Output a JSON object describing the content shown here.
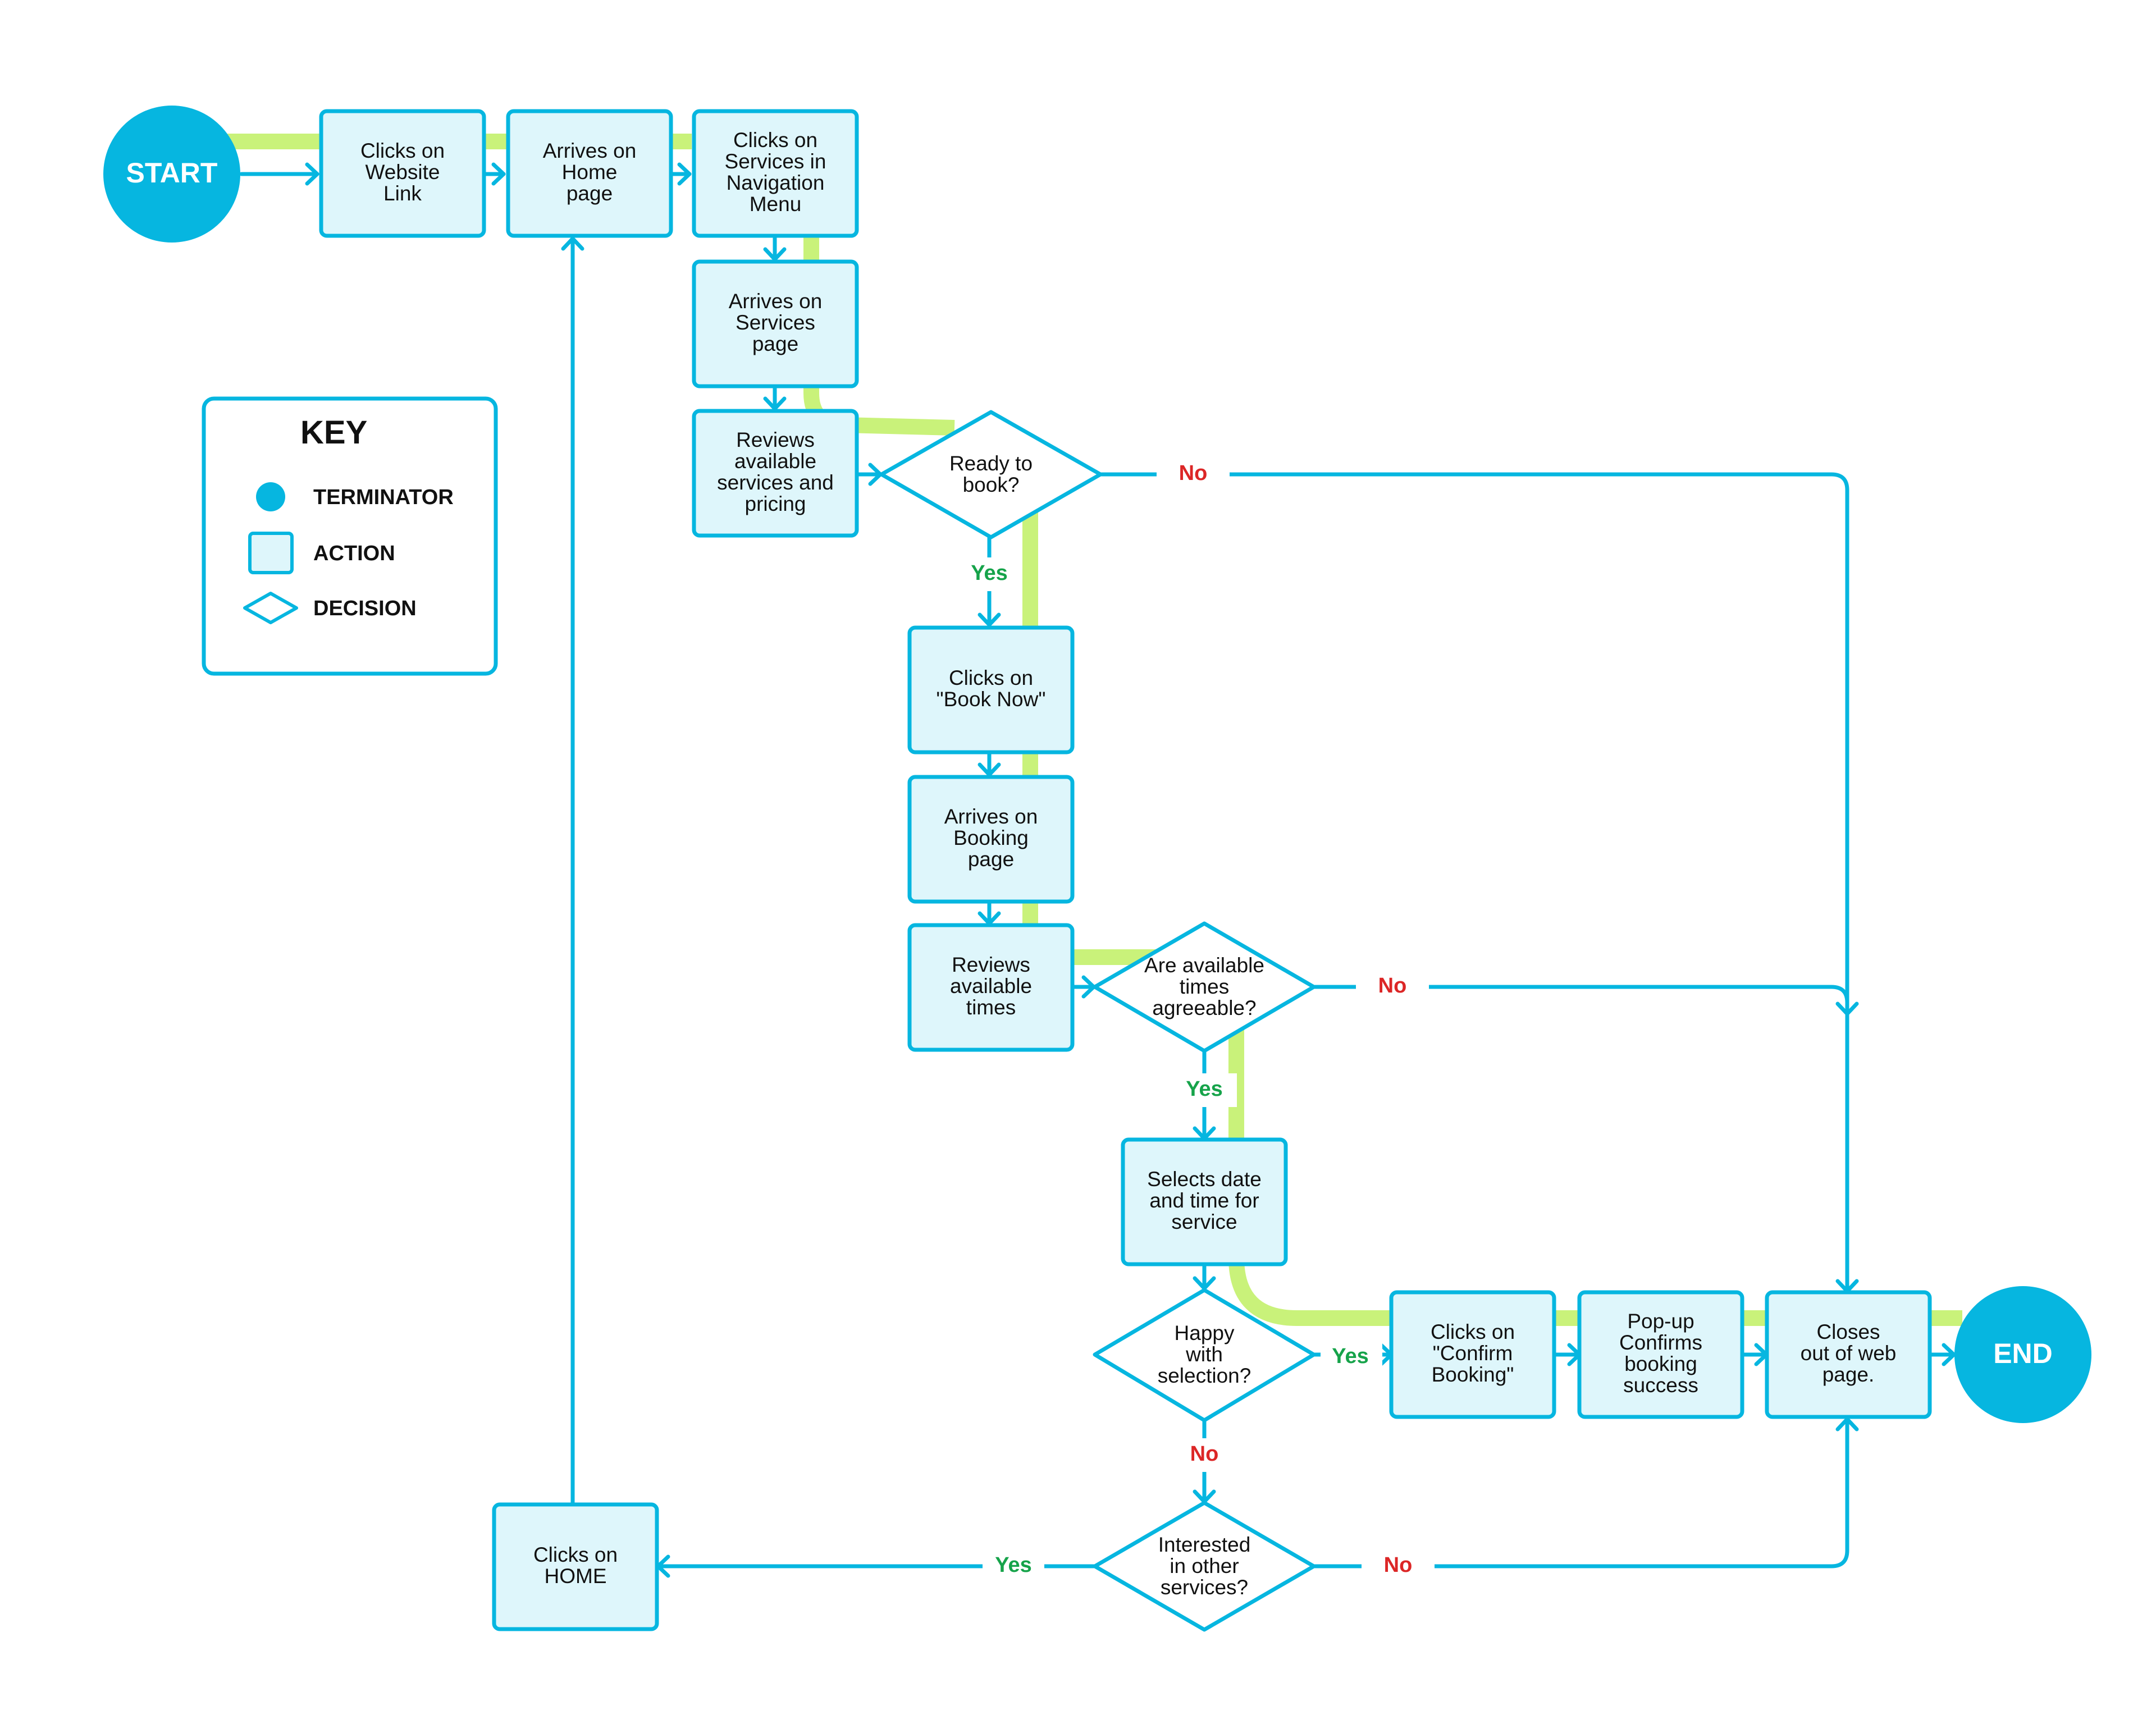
{
  "nodes": {
    "start": "START",
    "clicks_website_link": [
      "Clicks on",
      "Website",
      "Link"
    ],
    "arrives_home": [
      "Arrives on",
      "Home",
      "page"
    ],
    "clicks_services_nav": [
      "Clicks on",
      "Services in",
      "Navigation",
      "Menu"
    ],
    "arrives_services": [
      "Arrives on",
      "Services",
      "page"
    ],
    "reviews_services": [
      "Reviews",
      "available",
      "services and",
      "pricing"
    ],
    "ready_to_book": [
      "Ready to",
      "book?"
    ],
    "clicks_book_now": [
      "Clicks on",
      "\"Book Now\""
    ],
    "arrives_booking": [
      "Arrives on",
      "Booking",
      "page"
    ],
    "reviews_times": [
      "Reviews",
      "available",
      "times"
    ],
    "times_agreeable": [
      "Are available",
      "times",
      "agreeable?"
    ],
    "selects_date_time": [
      "Selects date",
      "and time for",
      "service"
    ],
    "happy_with_selection": [
      "Happy",
      "with",
      "selection?"
    ],
    "clicks_confirm": [
      "Clicks on",
      "\"Confirm",
      "Booking\""
    ],
    "popup_confirms": [
      "Pop-up",
      "Confirms",
      "booking",
      "success"
    ],
    "closes_page": [
      "Closes",
      "out of web",
      "page."
    ],
    "end": "END",
    "interested_other": [
      "Interested",
      "in other",
      "services?"
    ],
    "clicks_home": [
      "Clicks on",
      "HOME"
    ]
  },
  "edge_labels": {
    "ready_no": "No",
    "ready_yes": "Yes",
    "times_no": "No",
    "times_yes": "Yes",
    "happy_yes": "Yes",
    "happy_no": "No",
    "interested_yes": "Yes",
    "interested_no": "No"
  },
  "key": {
    "title": "KEY",
    "terminator": "TERMINATOR",
    "action": "ACTION",
    "decision": "DECISION"
  },
  "colors": {
    "accent": "#06b6e0",
    "action_fill": "#def6fb",
    "highlight_path": "#c9f27a",
    "yes": "#16a34a",
    "no": "#dc2626"
  }
}
